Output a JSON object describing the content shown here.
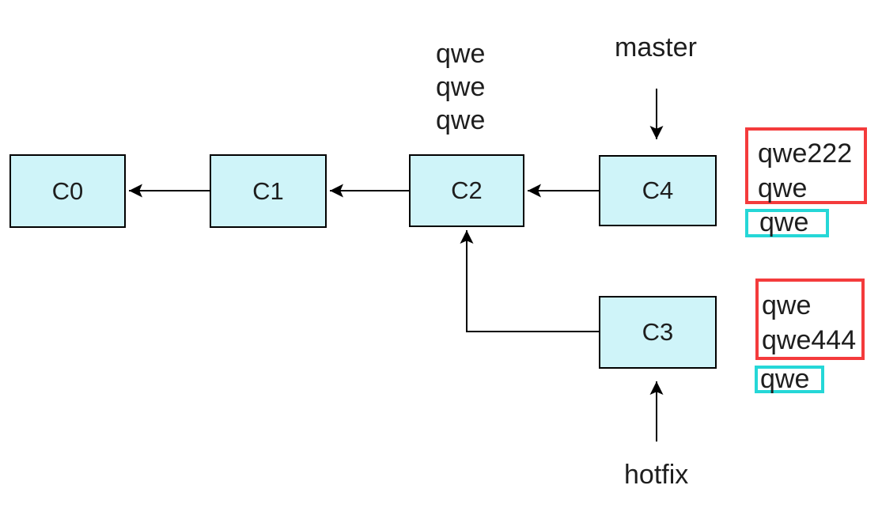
{
  "diagram": {
    "commits": [
      {
        "label": "C0"
      },
      {
        "label": "C1"
      },
      {
        "label": "C2"
      },
      {
        "label": "C3"
      },
      {
        "label": "C4"
      }
    ],
    "branch_labels": [
      {
        "name": "master",
        "points_to": "C4"
      },
      {
        "name": "hotfix",
        "points_to": "C3"
      }
    ],
    "edges": [
      {
        "from": "C1",
        "to": "C0"
      },
      {
        "from": "C2",
        "to": "C1"
      },
      {
        "from": "C4",
        "to": "C2"
      },
      {
        "from": "C3",
        "to": "C2"
      },
      {
        "from": "master",
        "to": "C4"
      },
      {
        "from": "hotfix",
        "to": "C3"
      }
    ],
    "c2_notes": [
      "qwe",
      "qwe",
      "qwe"
    ],
    "c4_annotations": {
      "red_lines": [
        "qwe222",
        "qwe"
      ],
      "cyan_label": "qwe"
    },
    "c3_annotations": {
      "red_lines": [
        "qwe",
        "qwe444"
      ],
      "cyan_label": "qwe"
    },
    "colors": {
      "commit_fill": "#cff4f9",
      "commit_border": "#000000",
      "red_box_border": "#f43b3c",
      "cyan_box_border": "#25d7d7",
      "arrow_color": "#000000",
      "text_color": "#1e1e1e"
    }
  }
}
